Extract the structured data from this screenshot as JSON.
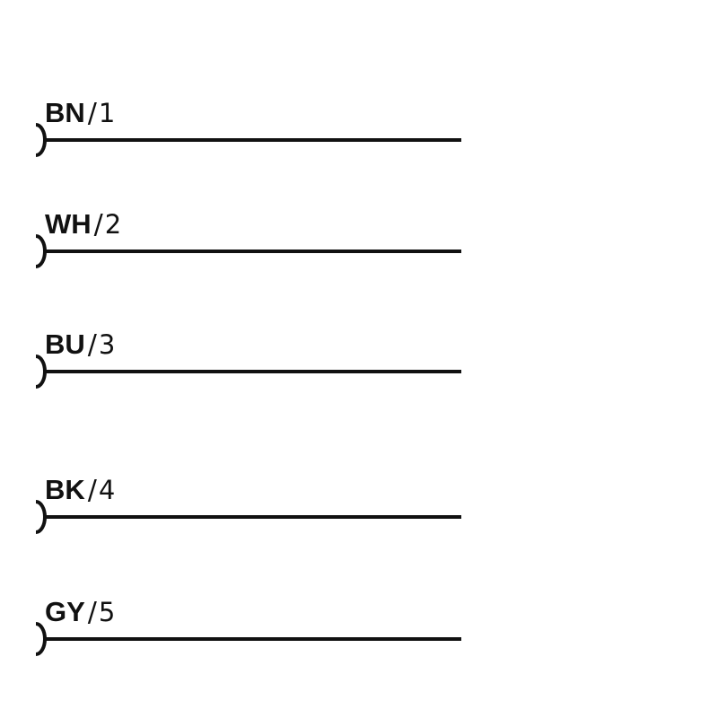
{
  "wires": [
    {
      "code": "BN",
      "separator": "/",
      "pin": "1"
    },
    {
      "code": "WH",
      "separator": "/",
      "pin": "2"
    },
    {
      "code": "BU",
      "separator": "/",
      "pin": "3"
    },
    {
      "code": "BK",
      "separator": "/",
      "pin": "4"
    },
    {
      "code": "GY",
      "separator": "/",
      "pin": "5"
    }
  ],
  "colors": {
    "line": "#111111",
    "background": "#ffffff"
  }
}
